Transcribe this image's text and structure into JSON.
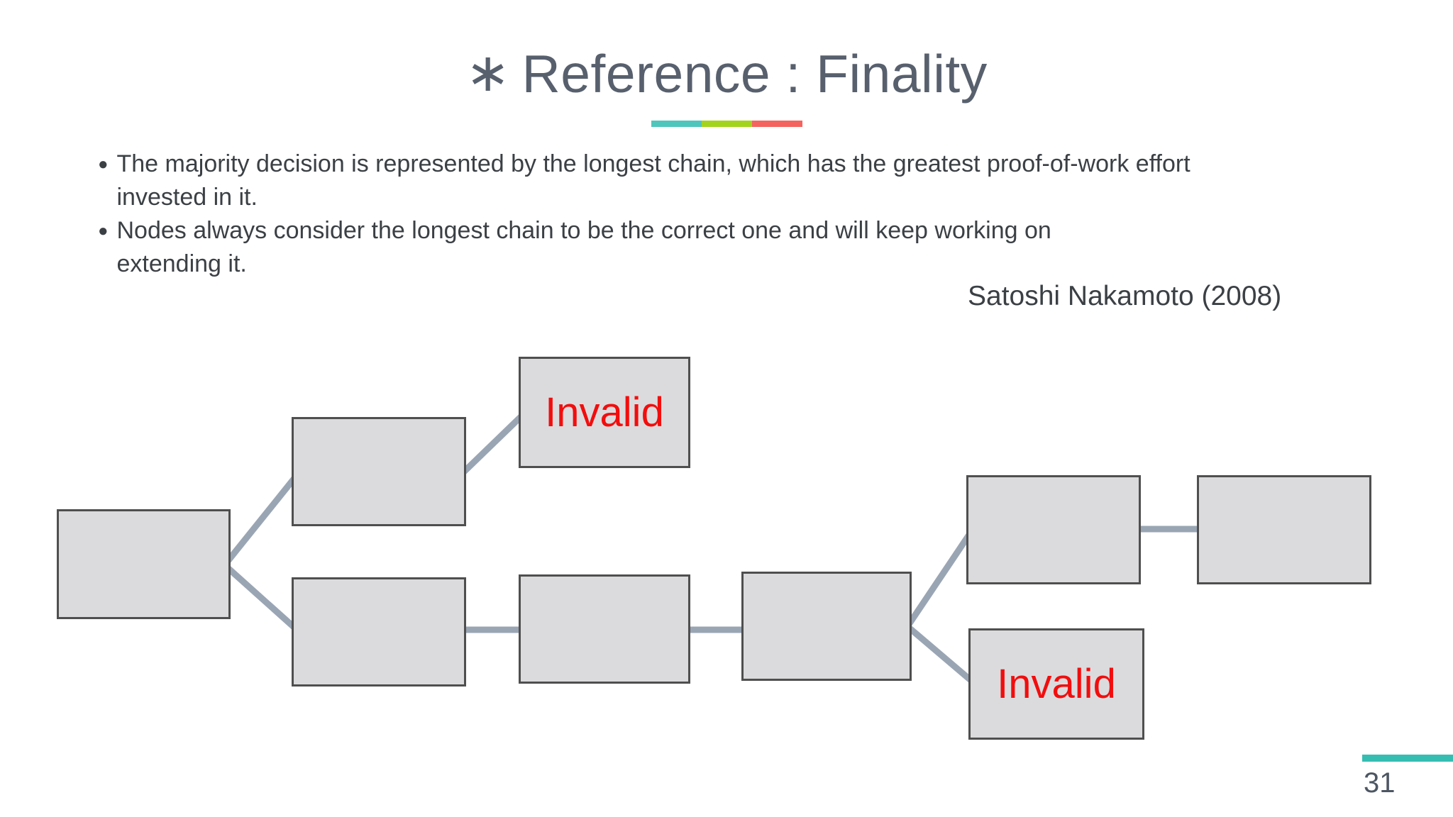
{
  "slide": {
    "title": {
      "asterisk": "∗",
      "text": "Reference : Finality"
    },
    "bullets": [
      {
        "marker": "●",
        "lines": [
          "The majority decision is represented by the longest chain, which has the greatest proof-of-work effort",
          "invested in it."
        ]
      },
      {
        "marker": "●",
        "lines": [
          "Nodes always consider the longest chain to be the correct one and will keep working on",
          "extending it."
        ]
      }
    ],
    "attribution": "Satoshi Nakamoto (2008)",
    "page_number": "31"
  },
  "diagram": {
    "blocks": [
      {
        "id": "genesis",
        "label": ""
      },
      {
        "id": "fork-upper",
        "label": ""
      },
      {
        "id": "invalid-top",
        "label": "Invalid"
      },
      {
        "id": "chain-a",
        "label": ""
      },
      {
        "id": "chain-b",
        "label": ""
      },
      {
        "id": "chain-c",
        "label": ""
      },
      {
        "id": "chain-d",
        "label": ""
      },
      {
        "id": "chain-e",
        "label": ""
      },
      {
        "id": "invalid-bottom",
        "label": "Invalid"
      }
    ]
  },
  "colors": {
    "title_text": "#58606E",
    "body_text": "#3B4045",
    "accent_teal": "#4FC6BC",
    "accent_green": "#A3D41D",
    "accent_red": "#F4635E",
    "invalid_text": "#F20D0D",
    "block_fill": "#DBDBDD",
    "block_border": "#4F4F4F",
    "connector": "#9AA5B4",
    "page_accent": "#35BDB2",
    "page_number_text": "#4D5663"
  }
}
